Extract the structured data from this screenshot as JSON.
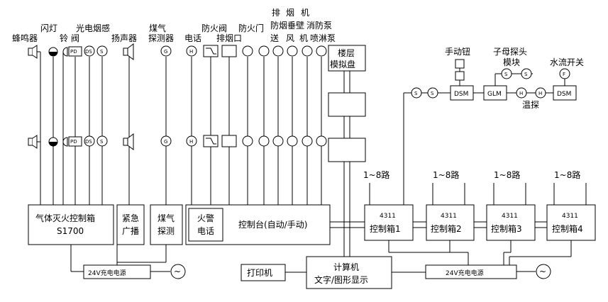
{
  "labels": {
    "buzzer": "蜂鸣器",
    "flash": "闪灯",
    "bell": "铃",
    "valve": "阀",
    "photoelectric_smoke": "光电烟感",
    "speaker": "扬声器",
    "gas_detector_line1": "煤气",
    "gas_detector_line2": "探测器",
    "phone": "电话",
    "fire_damper": "防火阀",
    "smoke_exhaust_port": "排烟口",
    "fire_door": "防火门",
    "exhaust_col1": "排",
    "exhaust_col2": "烟",
    "exhaust_col3": "机",
    "col_line2_a": "防烟",
    "col_line2_b": "垂壁",
    "col_line2_c": "消防泵",
    "col_line3_a": "送",
    "col_line3_b": "风",
    "col_line3_c": "机",
    "col_line3_d": "喷淋泵",
    "floor_panel_line1": "楼层",
    "floor_panel_line2": "模拟盘",
    "manual_button": "手动钮",
    "sub_probe_line1": "子母探头",
    "sub_probe_line2": "模块",
    "water_flow_switch": "水流开关",
    "temp_probe": "温探",
    "dsm": "DSM",
    "glm": "GLM",
    "pd": "PD",
    "ds": "DS",
    "s": "S",
    "g": "G",
    "h": "H",
    "f": "F",
    "routes_label": "1~8路",
    "gas_box_line1": "气体灭火控制箱",
    "gas_box_line2": "S1700",
    "emergency_line1": "紧急",
    "emergency_line2": "广播",
    "gas_detect_line1": "煤气",
    "gas_detect_line2": "探测",
    "fire_phone_line1": "火警",
    "fire_phone_line2": "电话",
    "console": "控制台(自动/手动)",
    "box_4311": "4311",
    "ctrl_box_1": "控制箱1",
    "ctrl_box_2": "控制箱2",
    "ctrl_box_3": "控制箱3",
    "ctrl_box_4": "控制箱4",
    "power_24v": "24V充电电源",
    "printer": "打印机",
    "computer_line1": "计算机",
    "computer_line2": "文字/图形显示",
    "ac_symbol": "~"
  }
}
